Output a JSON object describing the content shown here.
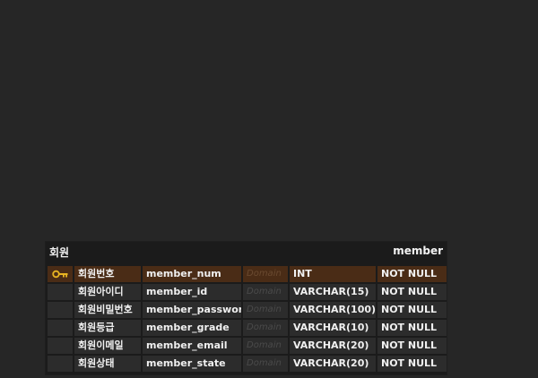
{
  "entity": {
    "logical_name": "회원",
    "physical_name": "member",
    "columns": [
      {
        "logical": "회원번호",
        "physical": "member_num",
        "domain": "Domain",
        "type": "INT",
        "nullable": "NOT NULL",
        "primary_key": true,
        "icon": "key-icon"
      },
      {
        "logical": "회원아이디",
        "physical": "member_id",
        "domain": "Domain",
        "type": "VARCHAR(15)",
        "nullable": "NOT NULL",
        "primary_key": false
      },
      {
        "logical": "회원비밀번호",
        "physical": "member_password",
        "domain": "Domain",
        "type": "VARCHAR(100)",
        "nullable": "NOT NULL",
        "primary_key": false
      },
      {
        "logical": "회원등급",
        "physical": "member_grade",
        "domain": "Domain",
        "type": "VARCHAR(10)",
        "nullable": "NOT NULL",
        "primary_key": false
      },
      {
        "logical": "회원이메일",
        "physical": "member_email",
        "domain": "Domain",
        "type": "VARCHAR(20)",
        "nullable": "NOT NULL",
        "primary_key": false
      },
      {
        "logical": "회원상태",
        "physical": "member_state",
        "domain": "Domain",
        "type": "VARCHAR(20)",
        "nullable": "NOT NULL",
        "primary_key": false
      }
    ]
  },
  "colors": {
    "canvas": "#262626",
    "table": "#1b1b1b",
    "cell": "#2c2c2c",
    "pk_row": "#4a2c16",
    "key_icon": "#e8b422"
  }
}
